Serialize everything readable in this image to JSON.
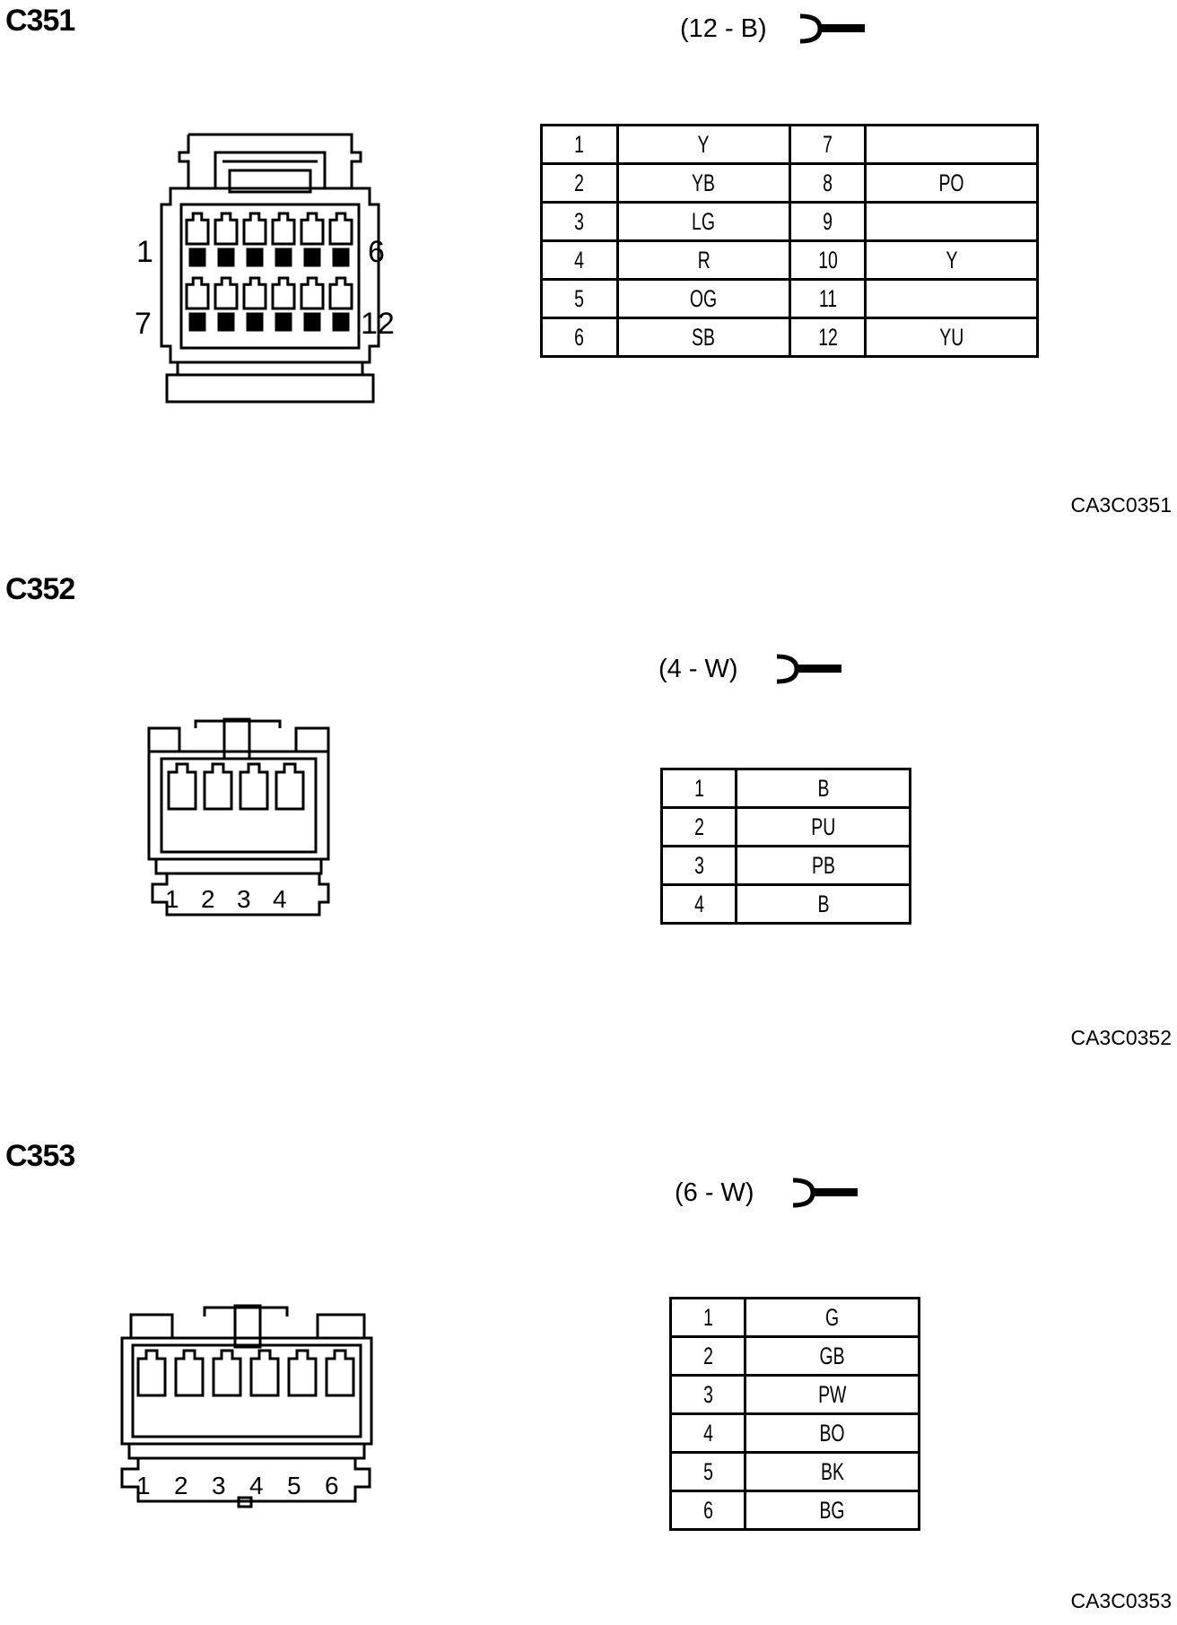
{
  "connectors": [
    {
      "id": "C351",
      "spec": "(12 - B)",
      "ref": "CA3C0351",
      "side_labels": [
        "1",
        "6",
        "7",
        "12"
      ],
      "rows": [
        {
          "a": "1",
          "b": "Y",
          "c": "7",
          "d": ""
        },
        {
          "a": "2",
          "b": "YB",
          "c": "8",
          "d": "PO"
        },
        {
          "a": "3",
          "b": "LG",
          "c": "9",
          "d": ""
        },
        {
          "a": "4",
          "b": "R",
          "c": "10",
          "d": "Y"
        },
        {
          "a": "5",
          "b": "OG",
          "c": "11",
          "d": ""
        },
        {
          "a": "6",
          "b": "SB",
          "c": "12",
          "d": "YU"
        }
      ]
    },
    {
      "id": "C352",
      "spec": "(4 - W)",
      "ref": "CA3C0352",
      "pin_labels": [
        "1",
        "2",
        "3",
        "4"
      ],
      "rows": [
        {
          "a": "1",
          "b": "B"
        },
        {
          "a": "2",
          "b": "PU"
        },
        {
          "a": "3",
          "b": "PB"
        },
        {
          "a": "4",
          "b": "B"
        }
      ]
    },
    {
      "id": "C353",
      "spec": "(6 - W)",
      "ref": "CA3C0353",
      "pin_labels": [
        "1",
        "2",
        "3",
        "4",
        "5",
        "6"
      ],
      "rows": [
        {
          "a": "1",
          "b": "G"
        },
        {
          "a": "2",
          "b": "GB"
        },
        {
          "a": "3",
          "b": "PW"
        },
        {
          "a": "4",
          "b": "BO"
        },
        {
          "a": "5",
          "b": "BK"
        },
        {
          "a": "6",
          "b": "BG"
        }
      ]
    }
  ]
}
